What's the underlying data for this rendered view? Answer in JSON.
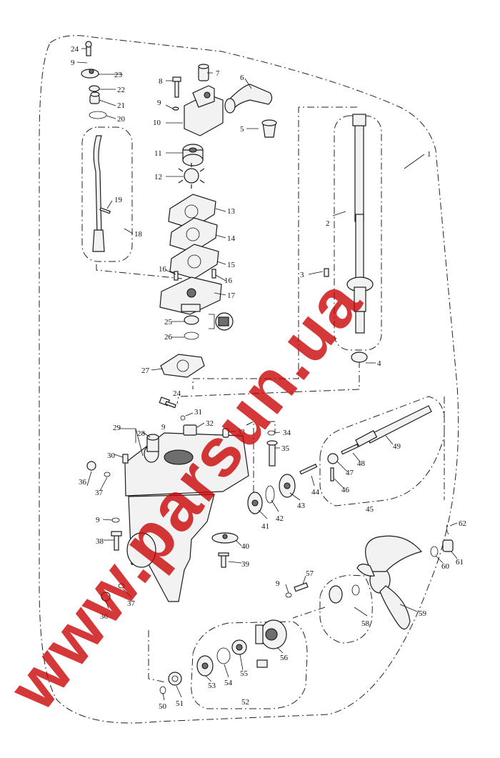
{
  "watermark": "www.parsun.ua",
  "callouts": [
    {
      "id": "1"
    },
    {
      "id": "2"
    },
    {
      "id": "3"
    },
    {
      "id": "4"
    },
    {
      "id": "5"
    },
    {
      "id": "6"
    },
    {
      "id": "7"
    },
    {
      "id": "8"
    },
    {
      "id": "9"
    },
    {
      "id": "10"
    },
    {
      "id": "11"
    },
    {
      "id": "12"
    },
    {
      "id": "13"
    },
    {
      "id": "14"
    },
    {
      "id": "15"
    },
    {
      "id": "16"
    },
    {
      "id": "17"
    },
    {
      "id": "18"
    },
    {
      "id": "19"
    },
    {
      "id": "20"
    },
    {
      "id": "21"
    },
    {
      "id": "22"
    },
    {
      "id": "23"
    },
    {
      "id": "24"
    },
    {
      "id": "25"
    },
    {
      "id": "26"
    },
    {
      "id": "27"
    },
    {
      "id": "28"
    },
    {
      "id": "29"
    },
    {
      "id": "30"
    },
    {
      "id": "31"
    },
    {
      "id": "32"
    },
    {
      "id": "33"
    },
    {
      "id": "34"
    },
    {
      "id": "35"
    },
    {
      "id": "36"
    },
    {
      "id": "37"
    },
    {
      "id": "38"
    },
    {
      "id": "39"
    },
    {
      "id": "40"
    },
    {
      "id": "41"
    },
    {
      "id": "42"
    },
    {
      "id": "43"
    },
    {
      "id": "44"
    },
    {
      "id": "45"
    },
    {
      "id": "46"
    },
    {
      "id": "47"
    },
    {
      "id": "48"
    },
    {
      "id": "49"
    },
    {
      "id": "50"
    },
    {
      "id": "51"
    },
    {
      "id": "52"
    },
    {
      "id": "53"
    },
    {
      "id": "54"
    },
    {
      "id": "55"
    },
    {
      "id": "56"
    },
    {
      "id": "57"
    },
    {
      "id": "58"
    },
    {
      "id": "59"
    },
    {
      "id": "60"
    },
    {
      "id": "61"
    },
    {
      "id": "62"
    }
  ]
}
